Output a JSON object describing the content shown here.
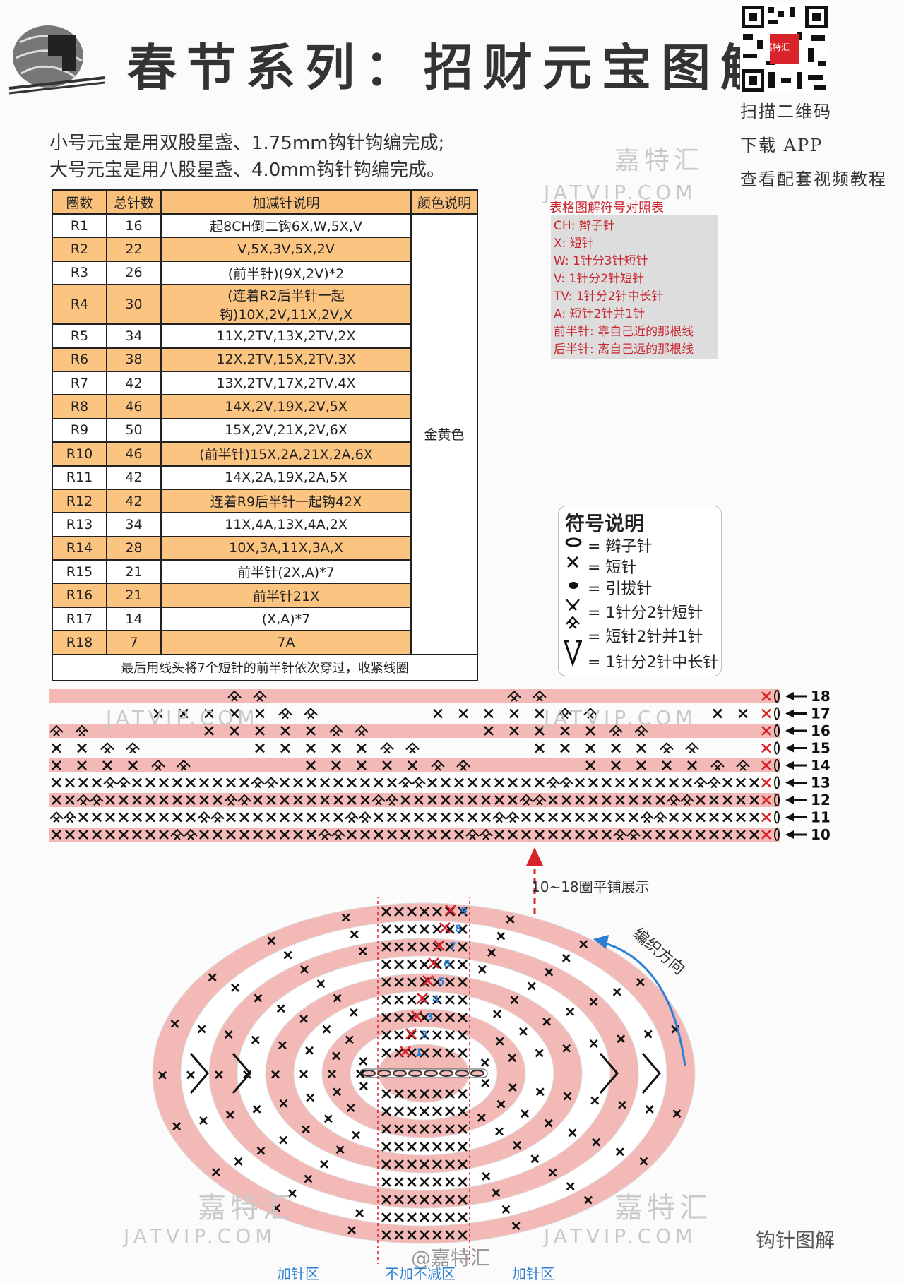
{
  "title": "春节系列：招财元宝图解",
  "side": {
    "qr_label": "嘉特汇",
    "line1": "扫描二维码",
    "line2": "下载 APP",
    "line3": "查看配套视频教程"
  },
  "intro": {
    "line1": "小号元宝是用双股星盏、1.75mm钩针钩编完成;",
    "line2": "大号元宝是用八股星盏、4.0mm钩针钩编完成。"
  },
  "table": {
    "headers": [
      "圈数",
      "总针数",
      "加减针说明",
      "颜色说明"
    ],
    "rows": [
      {
        "round": "R1",
        "count": "16",
        "desc": "起8CH倒二钩6X,W,5X,V"
      },
      {
        "round": "R2",
        "count": "22",
        "desc": "V,5X,3V,5X,2V"
      },
      {
        "round": "R3",
        "count": "26",
        "desc": "(前半针)(9X,2V)*2"
      },
      {
        "round": "R4",
        "count": "30",
        "desc": "(连着R2后半针一起钩)10X,2V,11X,2V,X"
      },
      {
        "round": "R5",
        "count": "34",
        "desc": "11X,2TV,13X,2TV,2X"
      },
      {
        "round": "R6",
        "count": "38",
        "desc": "12X,2TV,15X,2TV,3X"
      },
      {
        "round": "R7",
        "count": "42",
        "desc": "13X,2TV,17X,2TV,4X"
      },
      {
        "round": "R8",
        "count": "46",
        "desc": "14X,2V,19X,2V,5X"
      },
      {
        "round": "R9",
        "count": "50",
        "desc": "15X,2V,21X,2V,6X"
      },
      {
        "round": "R10",
        "count": "46",
        "desc": "(前半针)15X,2A,21X,2A,6X"
      },
      {
        "round": "R11",
        "count": "42",
        "desc": "14X,2A,19X,2A,5X"
      },
      {
        "round": "R12",
        "count": "42",
        "desc": "连着R9后半针一起钩42X"
      },
      {
        "round": "R13",
        "count": "34",
        "desc": "11X,4A,13X,4A,2X"
      },
      {
        "round": "R14",
        "count": "28",
        "desc": "10X,3A,11X,3A,X"
      },
      {
        "round": "R15",
        "count": "21",
        "desc": "前半针(2X,A)*7"
      },
      {
        "round": "R16",
        "count": "21",
        "desc": "前半针21X"
      },
      {
        "round": "R17",
        "count": "14",
        "desc": "(X,A)*7"
      },
      {
        "round": "R18",
        "count": "7",
        "desc": "7A"
      }
    ],
    "color_note": "金黄色",
    "final_note": "最后用线头将7个短针的前半针依次穿过，收紧线圈"
  },
  "symbol_table": {
    "title": "表格图解符号对照表",
    "items": [
      "CH: 辫子针",
      "X: 短针",
      "W: 1针分3针短针",
      "V: 1针分2针短针",
      "TV: 1针分2针中长针",
      "A: 短针2针并1针",
      "前半针: 靠自己近的那根线",
      "后半针: 离自己远的那根线"
    ]
  },
  "legend": {
    "title": "符号说明",
    "items": [
      {
        "icon": "chain-oval-icon",
        "label": "= 辫子针"
      },
      {
        "icon": "cross-icon",
        "label": "= 短针"
      },
      {
        "icon": "dot-icon",
        "label": "= 引拔针"
      },
      {
        "icon": "increase-icon",
        "label": "= 1针分2针短针"
      },
      {
        "icon": "decrease-icon",
        "label": "= 短针2针并1针"
      },
      {
        "icon": "v-icon",
        "label": "= 1针分2针中长针"
      }
    ]
  },
  "strip": {
    "round_labels": [
      "18",
      "17",
      "16",
      "15",
      "14",
      "13",
      "12",
      "11",
      "10"
    ],
    "note": "10~18圈平铺展示"
  },
  "oval": {
    "round_labels": [
      "9",
      "8",
      "7",
      "6",
      "5",
      "4",
      "3",
      "2",
      "1"
    ],
    "direction": "编织方向",
    "zone_left": "加针区",
    "zone_mid": "不加不减区",
    "zone_right": "加针区"
  },
  "watermark": {
    "cn": "嘉特汇",
    "en": "JATVIP.COM"
  },
  "wechat": "钩针图解",
  "weibo": "@嘉特汇",
  "colors": {
    "pink": "#f2b9b6",
    "orange": "#fbc480",
    "red": "#d8232a",
    "blue": "#2b7fd3",
    "legend_red": "#c8262e"
  }
}
